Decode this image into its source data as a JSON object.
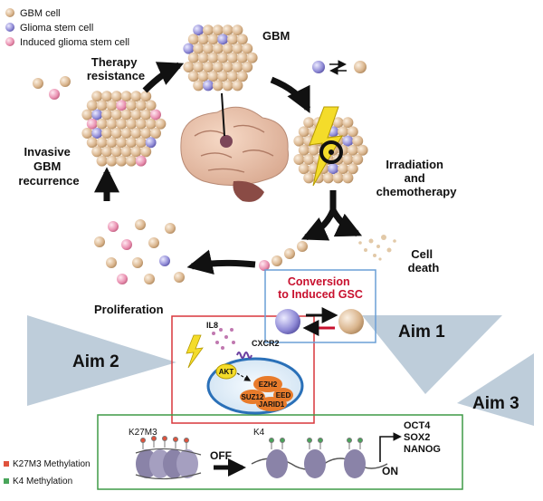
{
  "legend": {
    "items": [
      {
        "label": "GBM cell",
        "color": "#d9b48c"
      },
      {
        "label": "Glioma stem cell",
        "color": "#8f8ad6"
      },
      {
        "label": "Induced glioma stem cell",
        "color": "#e98fb0"
      }
    ]
  },
  "cycle": {
    "gbm": "GBM",
    "therapy_resistance": [
      "Therapy",
      "resistance"
    ],
    "treatment": [
      "Irradiation",
      "and",
      "chemotherapy"
    ],
    "cell_death": [
      "Cell",
      "death"
    ],
    "recurrence": [
      "Invasive",
      "GBM",
      "recurrence"
    ],
    "proliferation": "Proliferation"
  },
  "conversion": {
    "title": [
      "Conversion",
      "to Induced GSC"
    ]
  },
  "aims": {
    "aim1": "Aim 1",
    "aim2": "Aim 2",
    "aim3": "Aim 3"
  },
  "signaling": {
    "il8": "IL8",
    "cxcr2": "CXCR2",
    "akt": "AKT",
    "complex": [
      "EZH2",
      "EED",
      "SUZ12",
      "JARID1"
    ]
  },
  "chromatin": {
    "k27m3_label": "K27M3",
    "k4_label": "K4",
    "off": "OFF",
    "on": "ON",
    "genes": [
      "OCT4",
      "SOX2",
      "NANOG"
    ]
  },
  "methylation_legend": [
    {
      "label": "K27M3 Methylation",
      "color": "#e0533d"
    },
    {
      "label": "K4 Methylation",
      "color": "#49a55a"
    }
  ],
  "colors": {
    "gbm_cell": "#d9b48c",
    "stem_cell": "#8f8ad6",
    "induced_cell": "#e98fb0",
    "conversion_title": "#c8102e",
    "red_box": "#d9373b",
    "blue_box": "#6a9fd6",
    "green_box": "#3f9a47",
    "aim_triangle": "#b3c4d3"
  }
}
